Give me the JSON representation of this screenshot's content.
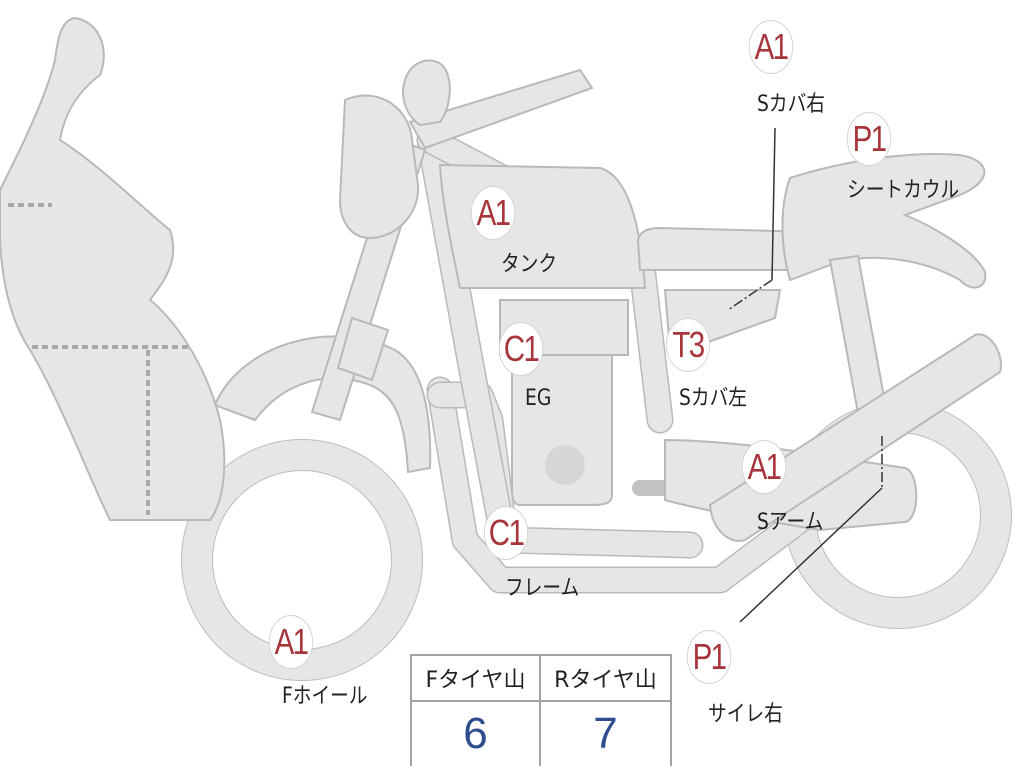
{
  "parts": [
    {
      "id": "s-cover-right",
      "grade": "A1",
      "label": "Sカバ右"
    },
    {
      "id": "seat-cowl",
      "grade": "P1",
      "label": "シートカウル"
    },
    {
      "id": "tank",
      "grade": "A1",
      "label": "タンク"
    },
    {
      "id": "engine",
      "grade": "C1",
      "label": "EG"
    },
    {
      "id": "s-cover-left",
      "grade": "T3",
      "label": "Sカバ左"
    },
    {
      "id": "swingarm",
      "grade": "A1",
      "label": "Sアーム"
    },
    {
      "id": "frame",
      "grade": "C1",
      "label": "フレーム"
    },
    {
      "id": "front-wheel",
      "grade": "A1",
      "label": "Fホイール"
    },
    {
      "id": "silencer-right",
      "grade": "P1",
      "label": "サイレ右"
    }
  ],
  "tire_table": {
    "front_header": "Fタイヤ山",
    "rear_header": "Rタイヤ山",
    "front_value": "6",
    "rear_value": "7"
  },
  "colors": {
    "grade_text": "#a8353c",
    "tire_value": "#2d4d8e",
    "part_fill": "#e6e6e5"
  }
}
